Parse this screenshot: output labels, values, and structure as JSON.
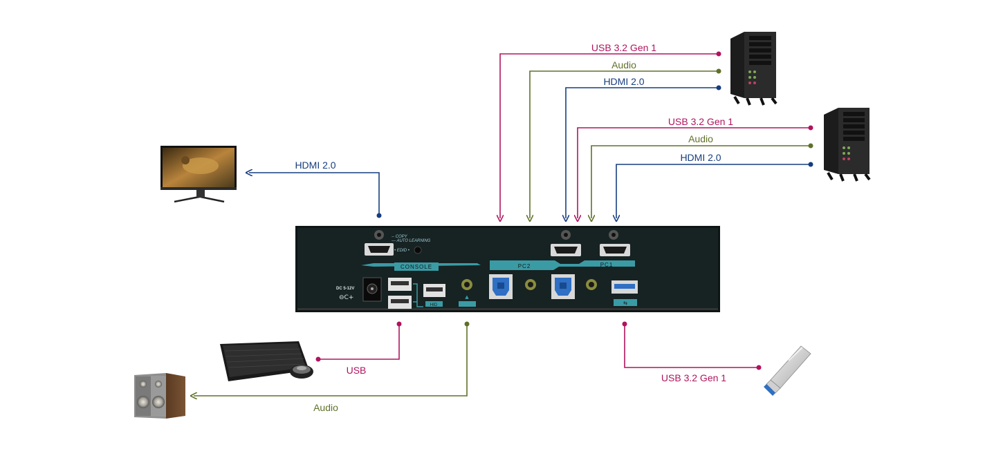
{
  "colors": {
    "usb": "#b0135f",
    "audio": "#5e7128",
    "hdmi": "#163d80",
    "panel": "#172223",
    "accent": "#3a9ba5"
  },
  "connections": {
    "pc1_usb": "USB 3.2 Gen 1",
    "pc1_audio": "Audio",
    "pc1_hdmi": "HDMI 2.0",
    "pc2_usb": "USB 3.2 Gen 1",
    "pc2_audio": "Audio",
    "pc2_hdmi": "HDMI 2.0",
    "monitor_hdmi": "HDMI 2.0",
    "keyboard_usb": "USB",
    "speaker_audio": "Audio",
    "flash_usb": "USB 3.2 Gen 1"
  },
  "panel": {
    "console": "CONSOLE",
    "pc2": "PC2",
    "pc1": "PC1",
    "copy": "-- COPY",
    "auto_learning": "--- AUTO LEARNING",
    "edid": "• EDID •",
    "dc": "DC 5-12V",
    "hid": "HID"
  },
  "icons": {
    "monitor": "monitor-icon",
    "pc_tower": "pc-tower-icon",
    "keyboard": "keyboard-icon",
    "mouse": "mouse-icon",
    "speaker": "speaker-icon",
    "usb_flash": "usb-flash-drive-icon",
    "hdmi_port": "hdmi-port-icon",
    "usb_b_port": "usb-b-port-icon",
    "usb_a_port": "usb-a-port-icon",
    "audio_jack": "audio-jack-icon",
    "dc_jack": "dc-power-jack-icon"
  }
}
